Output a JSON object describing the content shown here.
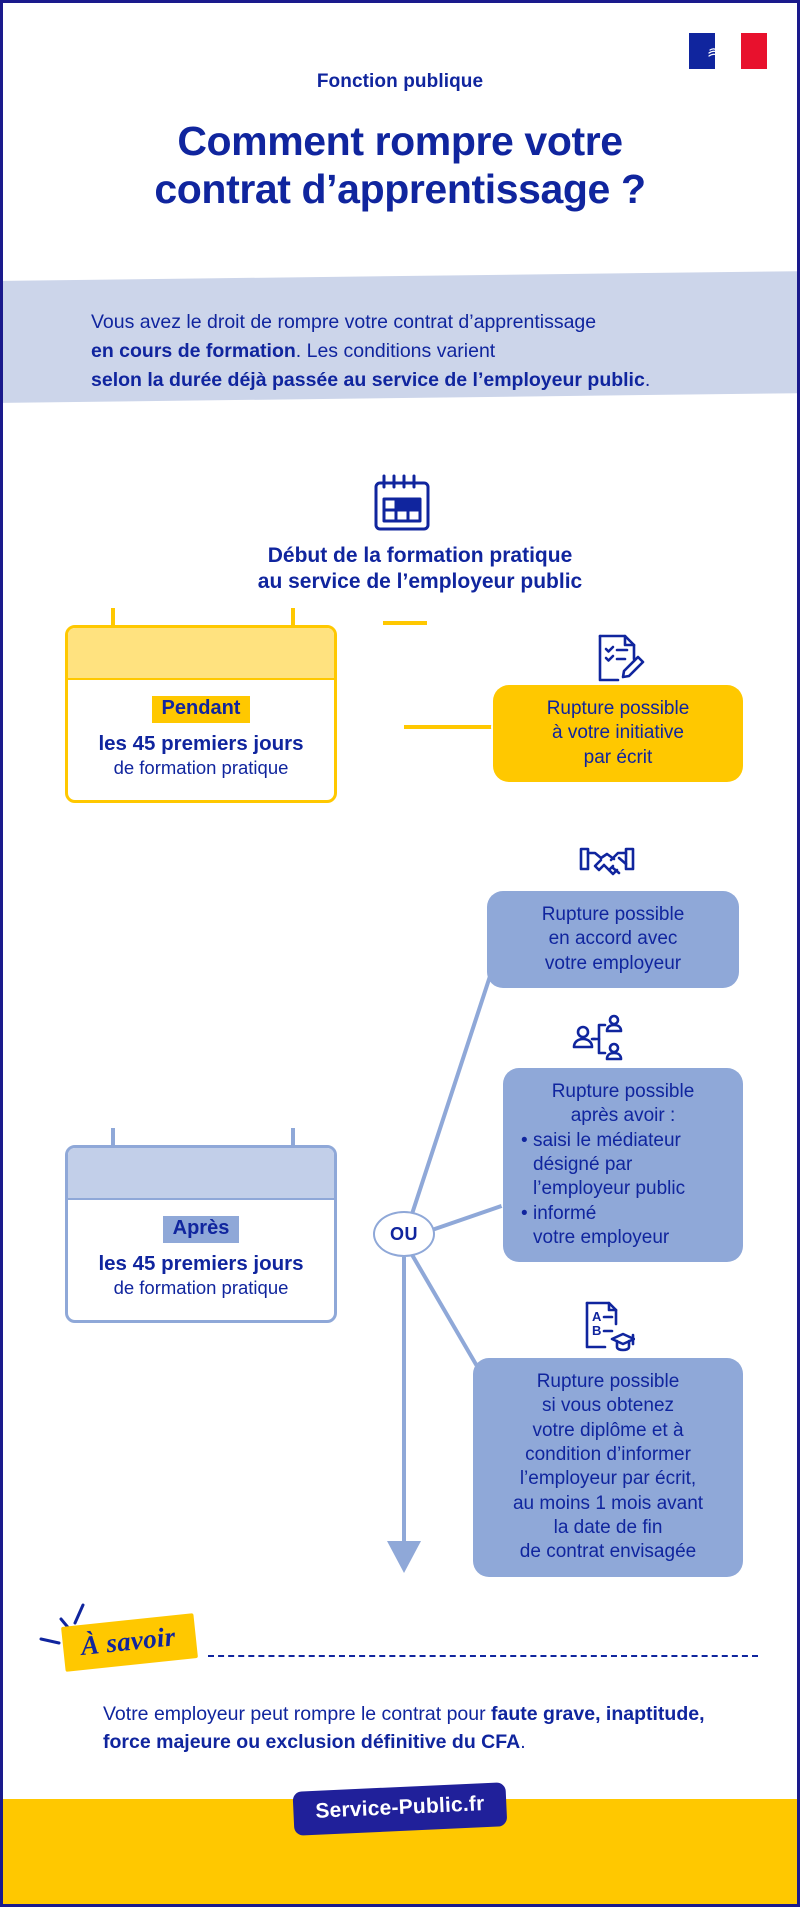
{
  "colors": {
    "brand_blue": "#10259e",
    "yellow": "#ffc800",
    "light_yellow": "#ffe27f",
    "blue_box": "#8fa8d8",
    "light_blue_band": "#ccd5ea",
    "badge_blue": "#20209a",
    "flag_blue": "#10259e",
    "flag_red": "#e8112d"
  },
  "header": {
    "eyebrow": "Fonction publique",
    "title_line1": "Comment rompre votre",
    "title_line2": "contrat d’apprentissage ?",
    "flag_alt": "marianne-french-flag"
  },
  "intro": {
    "line1_plain": "Vous avez le droit de rompre votre contrat d’apprentissage",
    "line2_bold": "en cours de formation",
    "line2_plain": ". Les conditions varient",
    "line3_bold": "selon la durée déjà passée au service de l’employeur public",
    "line3_plain": "."
  },
  "timeline": {
    "stage_caption_line1": "Début de la formation pratique",
    "stage_caption_line2": "au service de l’employeur public",
    "calendar_icon": "calendar-icon",
    "or_node_label": "OU",
    "periods": [
      {
        "id": "pendant",
        "chip": "Pendant",
        "line1": "les 45 premiers jours",
        "line2": "de formation pratique",
        "accent": "#ffc800"
      },
      {
        "id": "apres",
        "chip": "Après",
        "line1": "les 45 premiers jours",
        "line2": "de formation pratique",
        "accent": "#8fa8d8"
      }
    ],
    "outcomes": [
      {
        "id": "initiative",
        "icon": "document-checklist-pencil-icon",
        "style": "yellow",
        "lines": [
          "Rupture possible",
          "à votre initiative",
          "par écrit"
        ]
      },
      {
        "id": "accord-employeur",
        "icon": "handshake-icon",
        "style": "blue",
        "lines": [
          "Rupture possible",
          "en accord avec",
          "votre employeur"
        ]
      },
      {
        "id": "mediateur",
        "icon": "mediation-people-icon",
        "style": "blue",
        "lead": [
          "Rupture possible",
          "après avoir :"
        ],
        "bullets": [
          "saisi le médiateur désigné par l’employeur public",
          "informé votre employeur"
        ],
        "bullet_lines": [
          [
            "saisi le médiateur",
            "désigné par",
            "l’employeur public"
          ],
          [
            "informé",
            "votre employeur"
          ]
        ]
      },
      {
        "id": "diplome",
        "icon": "diploma-graduation-icon",
        "style": "blue",
        "lines": [
          "Rupture possible",
          "si vous obtenez",
          "votre diplôme et à",
          "condition d’informer",
          "l’employeur par écrit,",
          "au moins 1 mois avant",
          "la date de fin",
          "de contrat envisagée"
        ]
      }
    ]
  },
  "note": {
    "tag": "À savoir",
    "text_plain_1": "Votre employeur peut rompre le contrat pour ",
    "text_bold": "faute grave, inaptitude, force majeure ou exclusion définitive du CFA",
    "text_plain_2": "."
  },
  "footer": {
    "brand": "Service-Public.fr"
  }
}
